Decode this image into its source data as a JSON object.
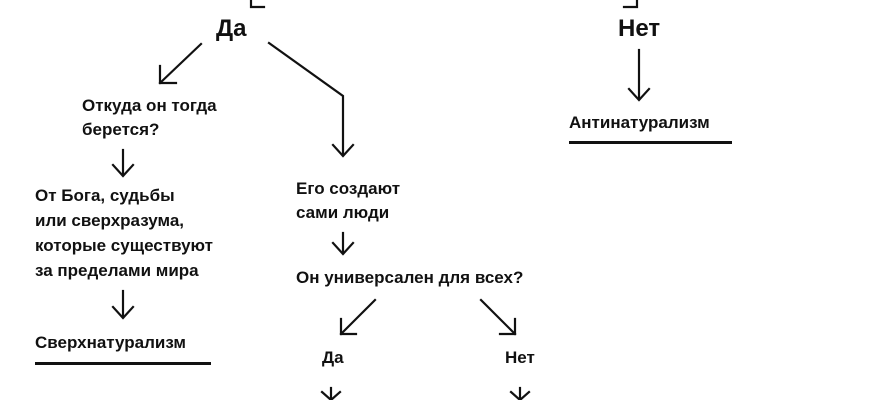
{
  "diagram": {
    "top_answers": {
      "yes": "Да",
      "no": "Нет"
    },
    "yes_branch": {
      "question": [
        "Откуда он тогда",
        "берется?"
      ],
      "source_answer": [
        "От Бога, судьбы",
        "или сверхразума,",
        "которые существуют",
        "за пределами мира"
      ],
      "result": "Сверхнатурализм",
      "alt_answer": [
        "Его создают",
        "сами люди"
      ],
      "universal_question": "Он универсален для всех?",
      "universal_yes": "Да",
      "universal_no": "Нет"
    },
    "no_branch": {
      "result": "Антинатурализм"
    },
    "colors": {
      "ink": "#111111",
      "background": "#ffffff"
    }
  }
}
